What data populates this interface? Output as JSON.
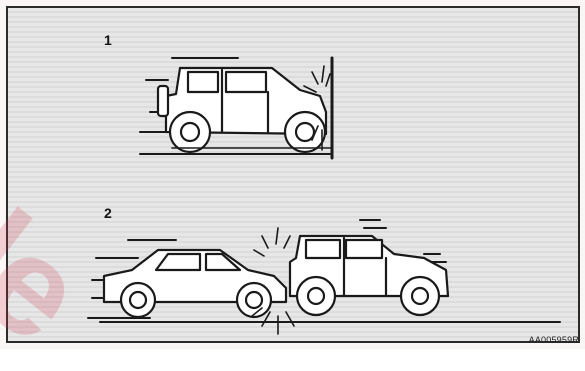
{
  "figure": {
    "scenario_1_number": "1",
    "scenario_2_number": "2",
    "reference_code": "AA005959R"
  }
}
